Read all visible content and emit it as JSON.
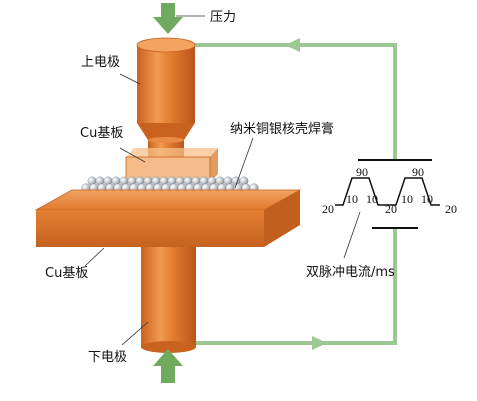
{
  "labels": {
    "pressure": "压力",
    "upper_electrode": "上电极",
    "cu_substrate_top": "Cu基板",
    "paste": "纳米铜银核壳焊膏",
    "cu_substrate_bottom": "Cu基板",
    "lower_electrode": "下电极",
    "pulse_current": "双脉冲电流/ms"
  },
  "pulse_values": {
    "pre_1": "20",
    "rise_1": "10",
    "peak_1": "90",
    "fall_1": "10",
    "gap": "20",
    "rise_2": "10",
    "peak_2": "90",
    "fall_2": "10",
    "post_2": "20"
  },
  "colors": {
    "copper": "#E07A2E",
    "copper_dark": "#B8561B",
    "copper_light": "#F2A460",
    "circuit": "#9DC894",
    "arrow": "#6FAA5E",
    "paste": "#B9BDC2"
  },
  "icons": {
    "pressure_arrow": "down-arrow-icon",
    "support_arrow": "up-arrow-icon",
    "current_arrows": "arrow-icon"
  }
}
